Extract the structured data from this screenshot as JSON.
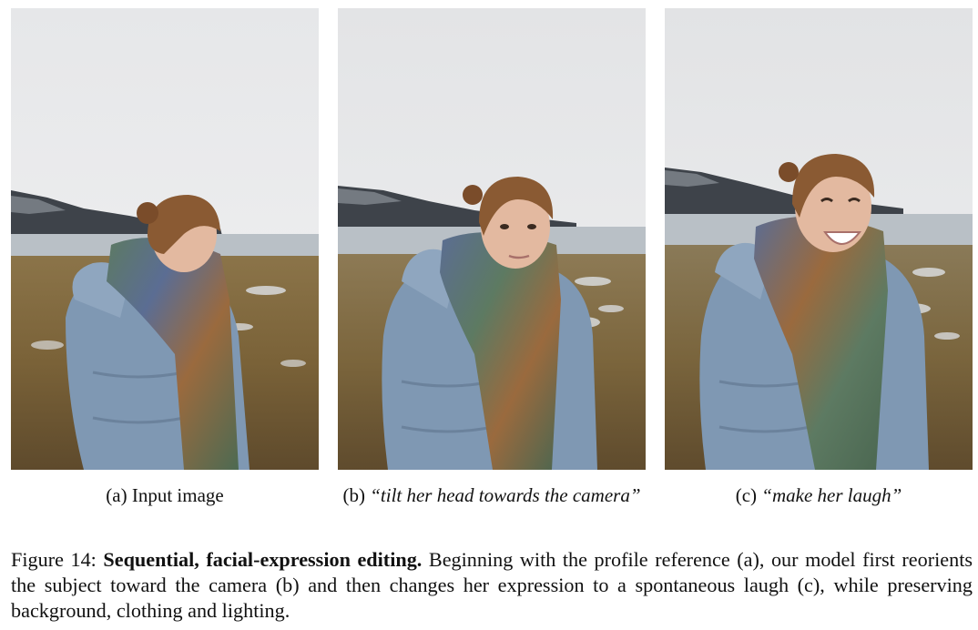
{
  "panels": [
    {
      "label": "(a)",
      "caption_plain": "Input image",
      "caption_quote": ""
    },
    {
      "label": "(b)",
      "caption_plain": "",
      "caption_quote": "“tilt her head towards the camera”"
    },
    {
      "label": "(c)",
      "caption_plain": "",
      "caption_quote": "“make her laugh”"
    }
  ],
  "figure_caption": {
    "label": "Figure 14:",
    "title": "Sequential, facial-expression editing.",
    "text": "Beginning with the profile reference (a), our model first reorients the subject toward the camera (b) and then changes her expression to a spontaneous laugh (c), while preserving background, clothing and lighting."
  },
  "colors": {
    "sky": "#e9eaec",
    "mountain": "#3e434a",
    "ground": "#7a6238",
    "water": "#b9c0c6",
    "jacket": "#7f98b3",
    "scarf_blue": "#5b6d93",
    "scarf_green": "#5d7a62",
    "scarf_rust": "#9a6a3e",
    "hair": "#8a5a33",
    "skin": "#e3b9a0"
  }
}
